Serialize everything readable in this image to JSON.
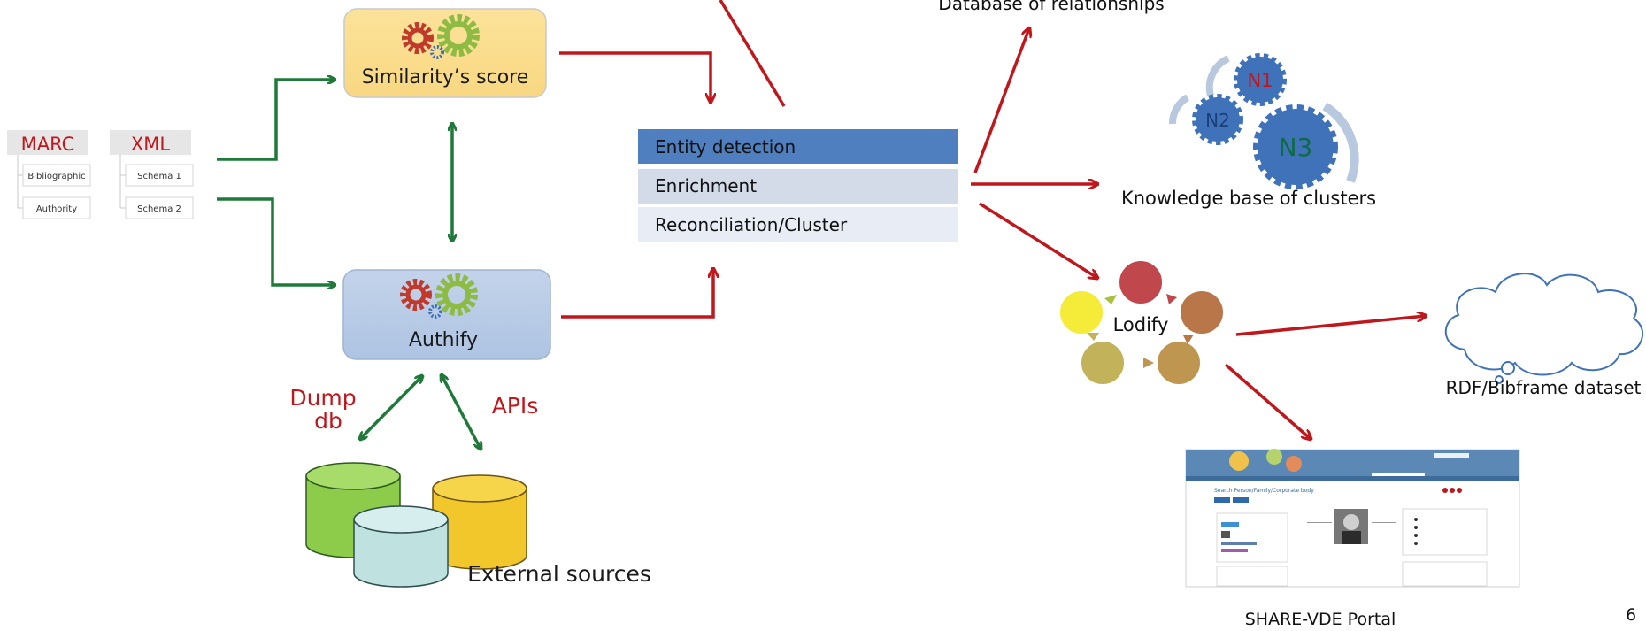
{
  "sources": {
    "marc": {
      "title": "MARC",
      "items": [
        "Bibliographic",
        "Authority"
      ]
    },
    "xml": {
      "title": "XML",
      "items": [
        "Schema 1",
        "Schema 2"
      ]
    }
  },
  "similarity": {
    "label": "Similarity’s score"
  },
  "authify": {
    "label": "Authify"
  },
  "external": {
    "dump_label": [
      "Dump",
      "db"
    ],
    "apis_label": "APIs",
    "label": "External sources"
  },
  "stack": {
    "rows": [
      "Entity detection",
      "Enrichment",
      "Reconciliation/Cluster"
    ]
  },
  "outputs": {
    "relationships": "Database of relationships",
    "clusters": {
      "nodes": [
        "N1",
        "N2",
        "N3"
      ],
      "label": "Knowledge base of clusters"
    },
    "lodify": "Lodify",
    "rdf": "RDF/Bibframe dataset",
    "portal": {
      "label": "SHARE-VDE Portal",
      "search_title": "Search Person/Family/Corporate body"
    }
  },
  "page_number": "6",
  "colors": {
    "green_arrow": "#1f7a3a",
    "red_arrow": "#c0171d",
    "red_text": "#c0171d",
    "node_blue": "#3f72b8",
    "n1_text": "#c0171d",
    "n2_text": "#1b3f7a",
    "n3_text": "#0f6b46",
    "entity_bg": "#4f7fbf",
    "enrich_bg": "#d3dbe9",
    "recon_bg": "#e8edf5"
  }
}
